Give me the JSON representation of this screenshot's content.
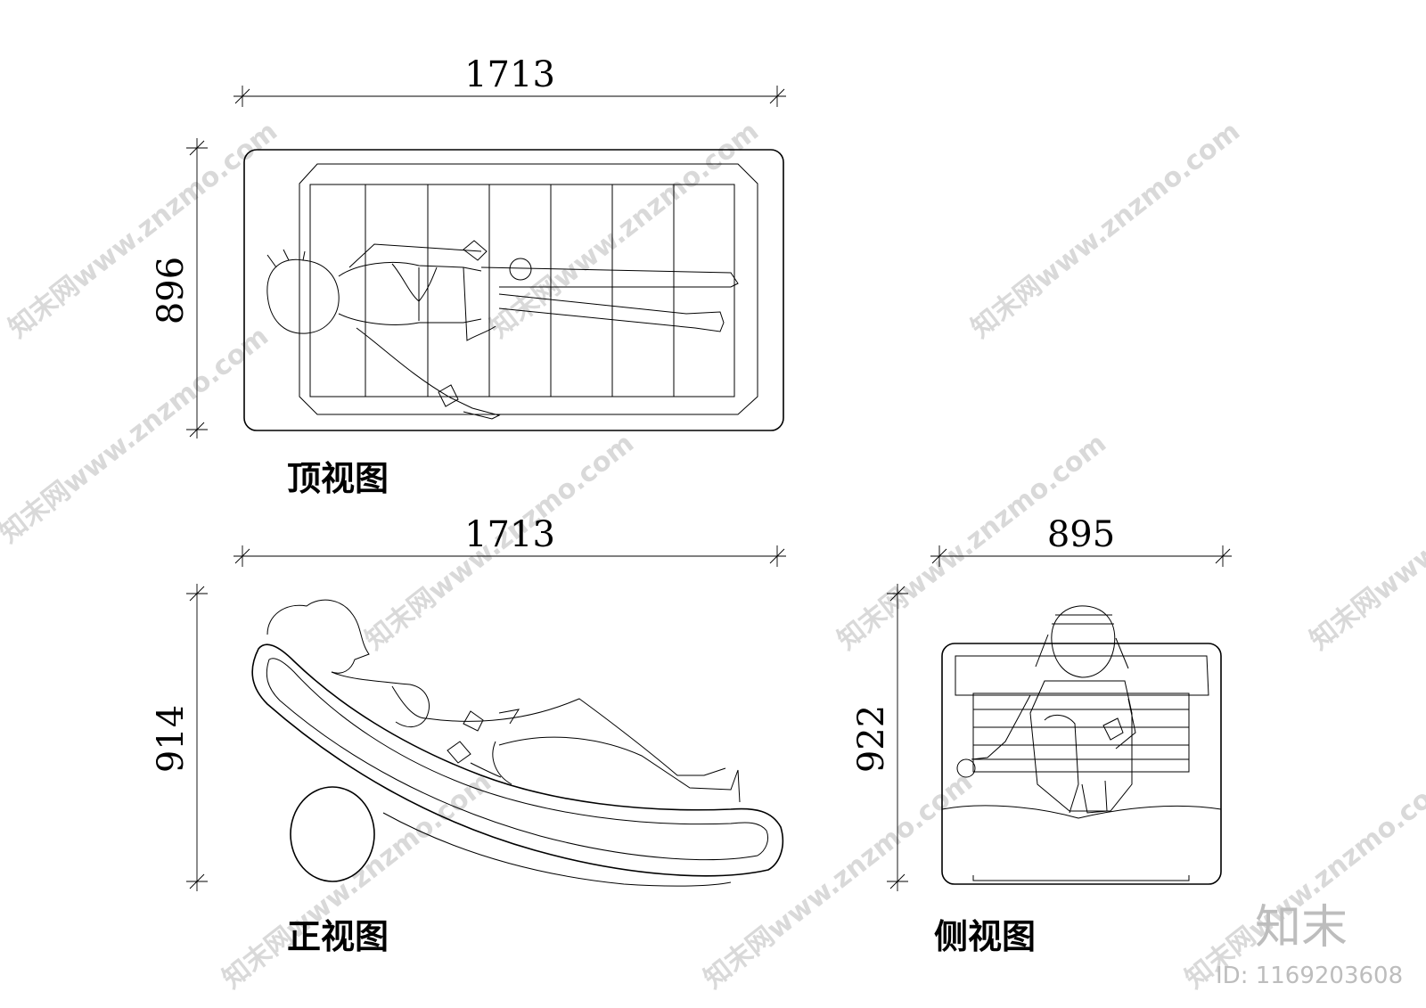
{
  "views": {
    "top": {
      "label": "顶视图",
      "width_dim": "1713",
      "height_dim": "896"
    },
    "front": {
      "label": "正视图",
      "width_dim": "1713",
      "height_dim": "914"
    },
    "side": {
      "label": "侧视图",
      "width_dim": "895",
      "height_dim": "922"
    }
  },
  "watermark": {
    "text": "知末网www.znzmo.com",
    "brand": "知末",
    "id_label": "ID: 1169203608"
  }
}
